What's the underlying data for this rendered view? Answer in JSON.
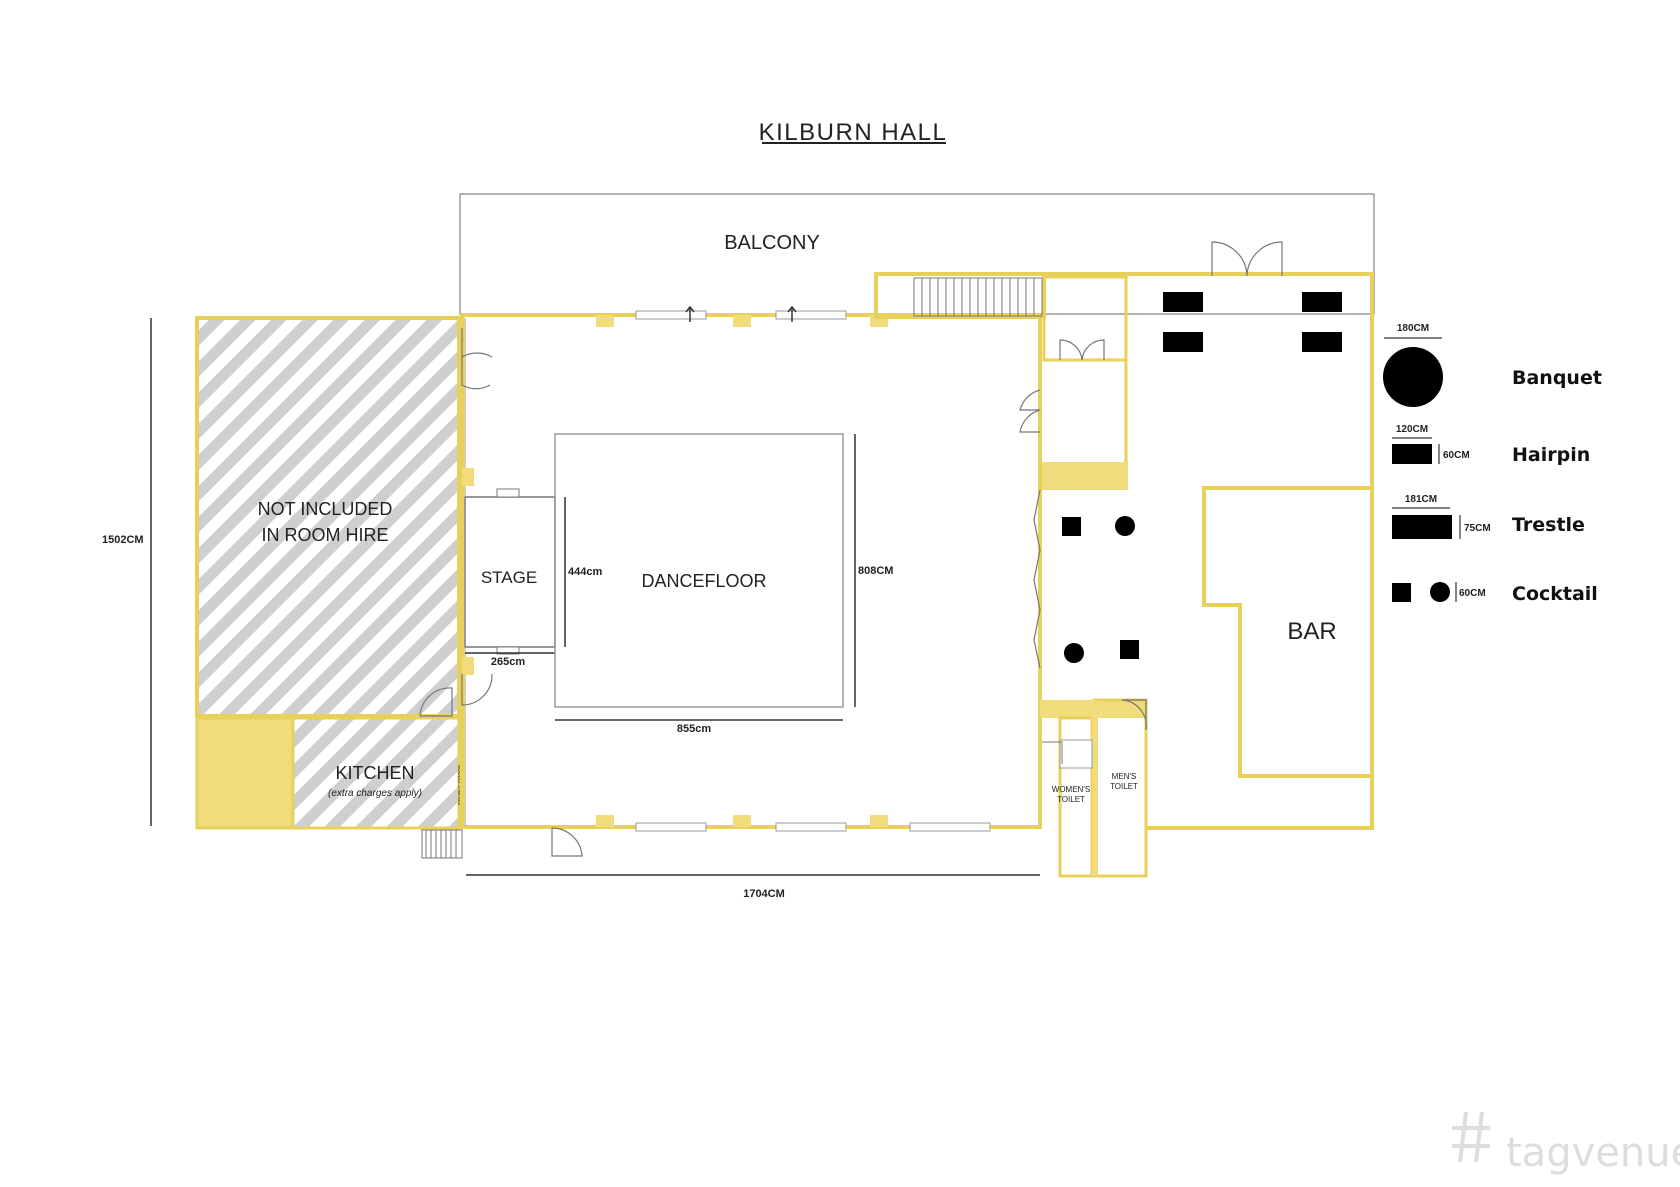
{
  "title": "KILBURN HALL",
  "rooms": {
    "balcony": "BALCONY",
    "not_included_line1": "NOT INCLUDED",
    "not_included_line2": "IN ROOM HIRE",
    "stage": "STAGE",
    "dancefloor": "DANCEFLOOR",
    "kitchen": "KITCHEN",
    "kitchen_note": "(extra charges apply)",
    "bar": "BAR",
    "womens_line1": "WOMEN'S",
    "womens_line2": "TOILET",
    "mens_line1": "MEN'S",
    "mens_line2": "TOILET",
    "side_door_note": "DOUBLE DOORS"
  },
  "dimensions": {
    "height": "1502CM",
    "width": "1704CM",
    "dancefloor_height": "808CM",
    "dancefloor_width": "855cm",
    "stage_height": "444cm",
    "stage_width": "265cm"
  },
  "legend": {
    "banquet": {
      "name": "Banquet",
      "size": "180CM"
    },
    "hairpin": {
      "name": "Hairpin",
      "width": "120CM",
      "depth": "60CM"
    },
    "trestle": {
      "name": "Trestle",
      "width": "181CM",
      "depth": "75CM"
    },
    "cocktail": {
      "name": "Cocktail",
      "size": "60CM"
    }
  },
  "watermark": "tagvenue",
  "colors": {
    "wall": "#e8d15a",
    "wall_fill": "#f0dc7a",
    "line": "#8a8a8a",
    "hatch": "#c8c8c8",
    "furniture": "#000000"
  }
}
